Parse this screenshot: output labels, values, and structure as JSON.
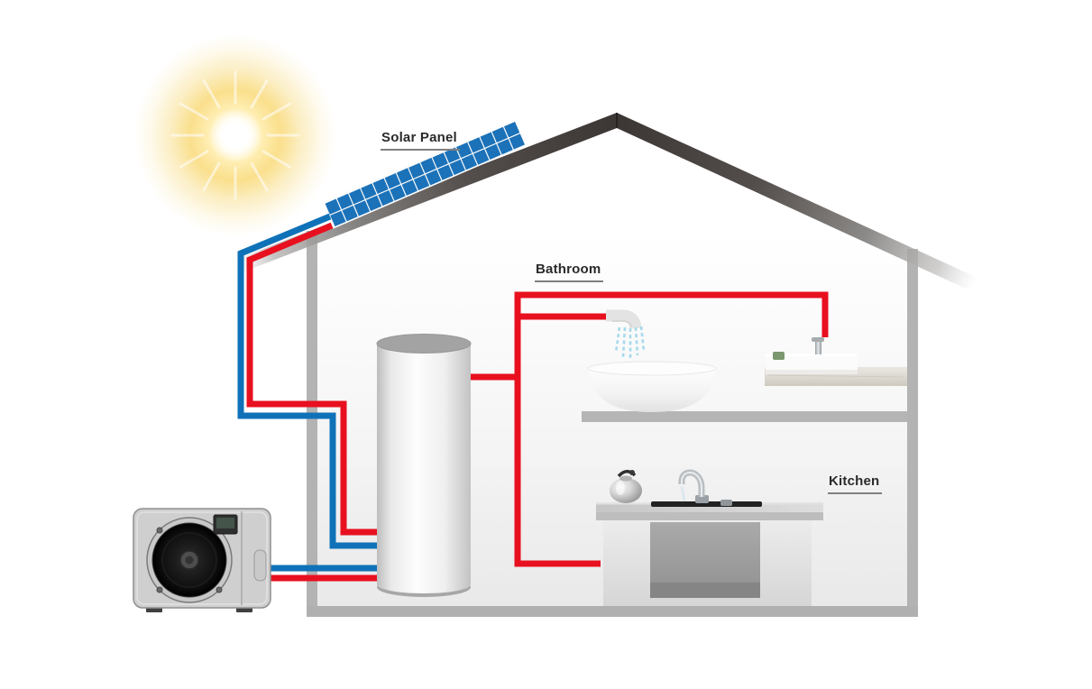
{
  "labels": {
    "solar_panel": "Solar Panel",
    "bathroom": "Bathroom",
    "kitchen": "Kitchen"
  },
  "colors": {
    "hot_pipe": "#e8101f",
    "cold_pipe": "#0f72b8",
    "solar_cell": "#1b72b9",
    "roof_dark": "#3b3533",
    "structure_gray": "#b3b3b3",
    "sun_glow": "#f9d86f",
    "water_droplet": "#a5d9ec",
    "label_text": "#2a2a2a"
  },
  "solar_panel": {
    "rows": 2,
    "columns": 16
  },
  "components": [
    "sun",
    "roof",
    "solar-panel",
    "house-frame",
    "water-tank",
    "heat-pump",
    "shower",
    "bathtub",
    "bathroom-sink",
    "kitchen-counter",
    "kitchen-sink",
    "kettle",
    "hot-water-pipes",
    "cold-water-pipes"
  ]
}
